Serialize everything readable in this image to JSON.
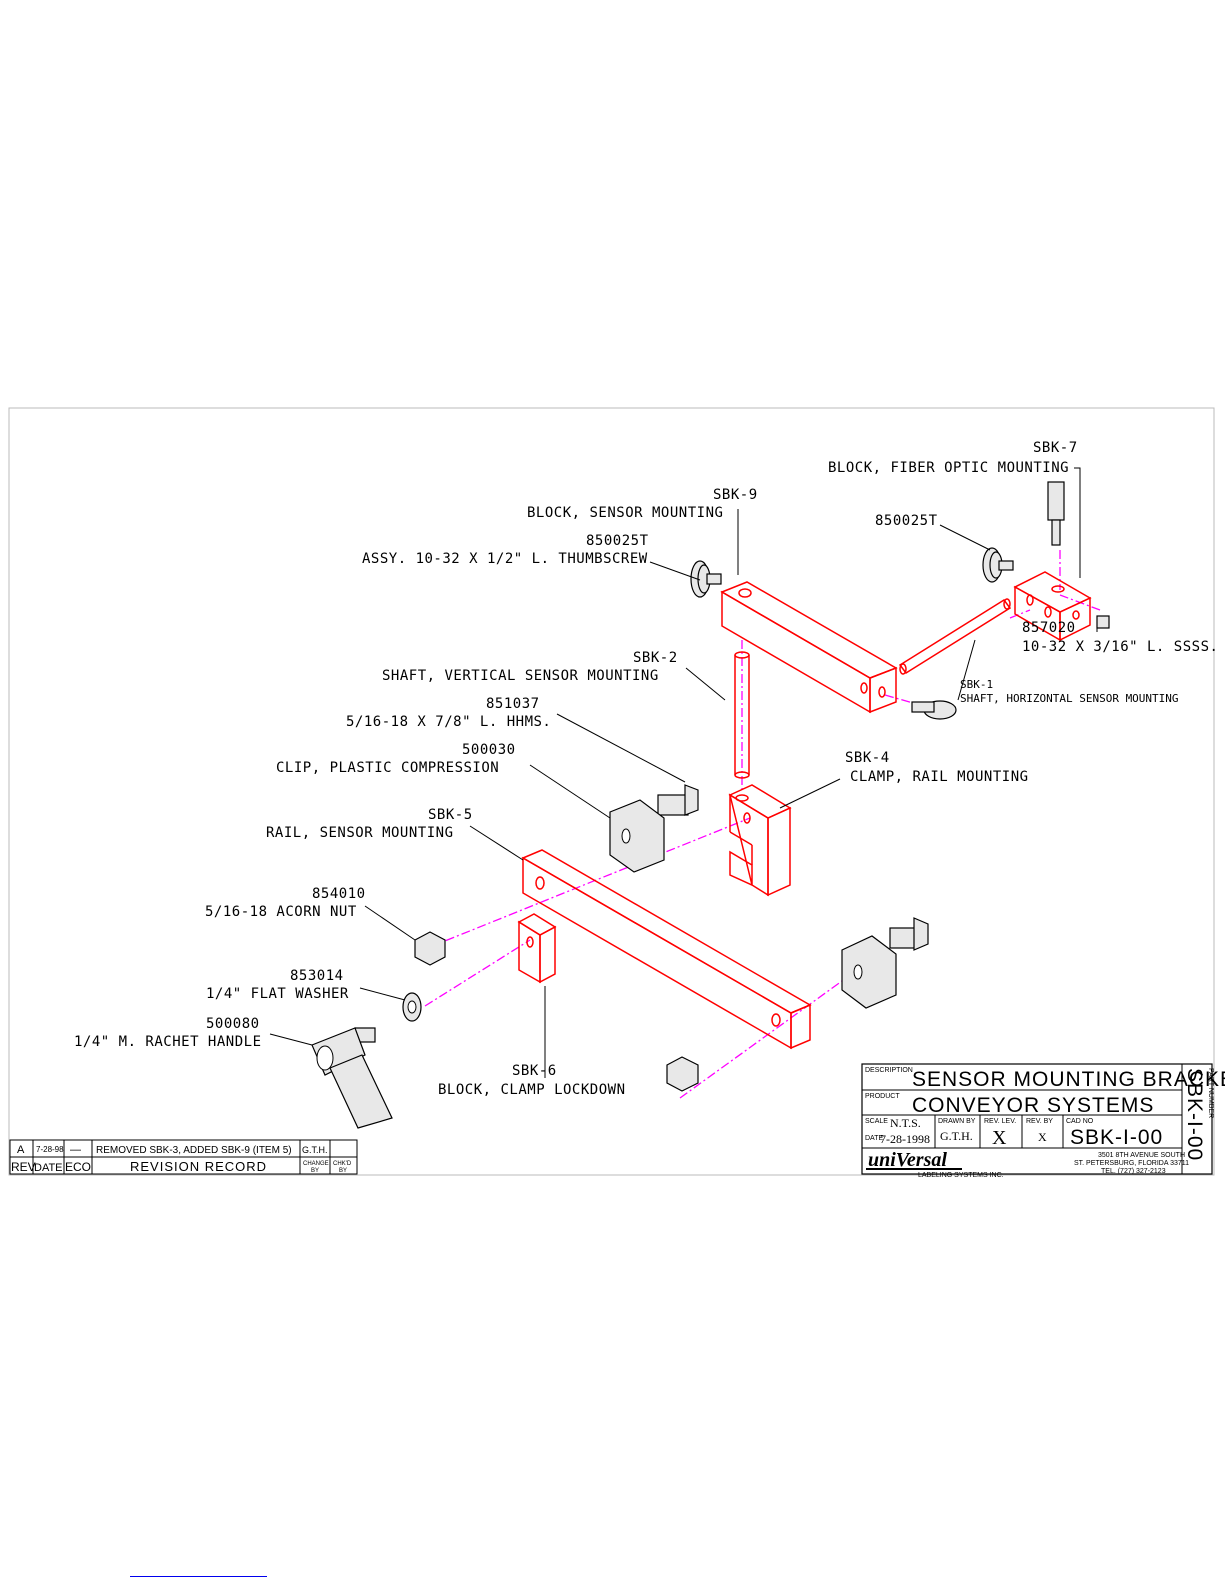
{
  "drawing": {
    "callouts": {
      "sbk7": {
        "id": "SBK-7",
        "desc": "BLOCK, FIBER OPTIC MOUNTING"
      },
      "sbk9": {
        "id": "SBK-9",
        "desc": "BLOCK, SENSOR MOUNTING"
      },
      "thumbscrew_left": {
        "id": "850025T",
        "desc": "ASSY. 10-32 X 1/2\" L. THUMBSCREW"
      },
      "thumbscrew_right": {
        "id": "850025T"
      },
      "setscrew": {
        "id": "857020",
        "desc": "10-32 X 3/16\" L. SSSS."
      },
      "sbk2": {
        "id": "SBK-2",
        "desc": "SHAFT, VERTICAL SENSOR MOUNTING"
      },
      "sbk1": {
        "id": "SBK-1",
        "desc": "SHAFT, HORIZONTAL SENSOR MOUNTING"
      },
      "hexscrew": {
        "id": "851037",
        "desc": "5/16-18 X 7/8\" L. HHMS."
      },
      "clip": {
        "id": "500030",
        "desc": "CLIP, PLASTIC COMPRESSION"
      },
      "sbk4": {
        "id": "SBK-4",
        "desc": "CLAMP, RAIL MOUNTING"
      },
      "sbk5": {
        "id": "SBK-5",
        "desc": "RAIL, SENSOR MOUNTING"
      },
      "acorn": {
        "id": "854010",
        "desc": "5/16-18 ACORN NUT"
      },
      "washer": {
        "id": "853014",
        "desc": "1/4\" FLAT WASHER"
      },
      "handle": {
        "id": "500080",
        "desc": "1/4\" M. RACHET HANDLE"
      },
      "sbk6": {
        "id": "SBK-6",
        "desc": "BLOCK, CLAMP LOCKDOWN"
      }
    }
  },
  "title_block": {
    "description_label": "DESCRIPTION",
    "description": "SENSOR MOUNTING BRACKET",
    "product_label": "PRODUCT",
    "product": "CONVEYOR SYSTEMS",
    "scale_label": "SCALE",
    "scale": "N.T.S.",
    "date_label": "DATE",
    "date": "7-28-1998",
    "drawn_by_label": "DRAWN BY",
    "drawn_by": "G.T.H.",
    "rev_lev_label": "REV. LEV.",
    "rev_lev": "X",
    "rev_by_label": "REV. BY",
    "rev_by": "X",
    "cad_no_label": "CAD NO",
    "cad_no": "SBK-I-00",
    "part_number_label": "PART NUMBER",
    "part_number": "SBK-I-00",
    "company_logo": "uniVersal",
    "company_sub": "LABELING SYSTEMS INC.",
    "address1": "3501 8TH AVENUE SOUTH",
    "address2": "ST. PETERSBURG, FLORIDA 33711",
    "phone": "TEL. (727) 327-2123"
  },
  "revision_record": {
    "entry": {
      "rev": "A",
      "date": "7-28-98",
      "eco": "—",
      "text": "REMOVED SBK-3, ADDED SBK-9 (ITEM 5)",
      "change_by": "G.T.H.",
      "chkd_by": ""
    },
    "headers": {
      "rev": "REV",
      "date": "DATE",
      "eco": "ECO",
      "record": "REVISION RECORD",
      "change_by_1": "CHANGE",
      "change_by_2": "BY",
      "chkd_by_1": "CHK'D",
      "chkd_by_2": "BY"
    }
  },
  "colors": {
    "part": "#ff0000",
    "centerline": "#ff00ff",
    "hardware": "#000000",
    "link": "#0000ee"
  }
}
